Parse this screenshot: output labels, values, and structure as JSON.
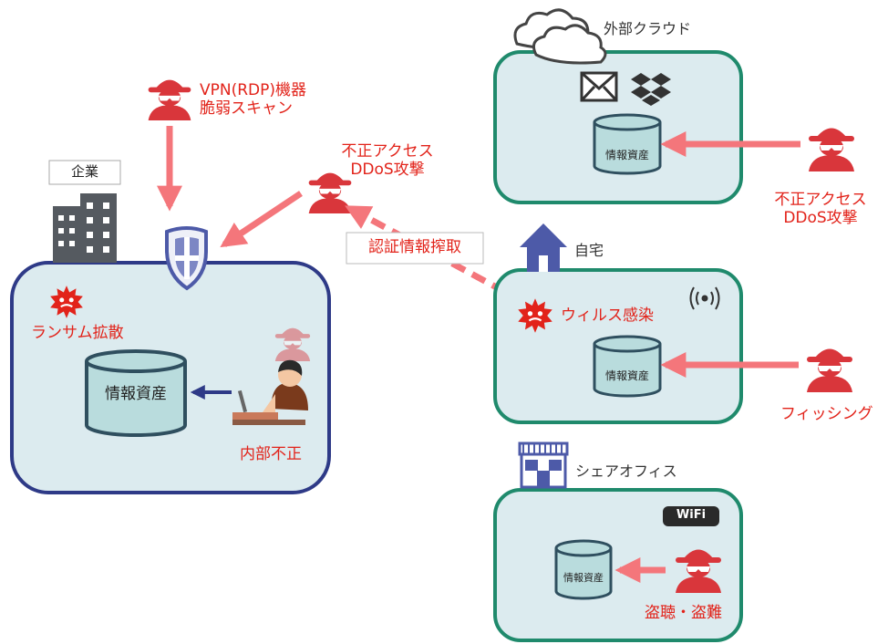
{
  "labels": {
    "vpn_scan": [
      "VPN(RDP)機器",
      "脆弱スキャン"
    ],
    "company": "企業",
    "unauth_top": [
      "不正アクセス",
      "DDoS攻撃"
    ],
    "cred_theft": "認証情報搾取",
    "ransom": "ランサム拡散",
    "asset_company": "情報資産",
    "insider": "内部不正",
    "cloud_title": "外部クラウド",
    "asset_cloud": "情報資産",
    "unauth_right": [
      "不正アクセス",
      "DDoS攻撃"
    ],
    "home_title": "自宅",
    "virus": "ウィルス感染",
    "asset_home": "情報資産",
    "phishing": "フィッシング",
    "share_title": "シェアオフィス",
    "asset_share": "情報資産",
    "wifi": "WiFi",
    "eavesdrop": "盗聴・盗難"
  },
  "colors": {
    "threat_red": "#e2231a",
    "arrow_pink": "#f4767b",
    "zone_fill": "#dcebef",
    "zone_border_company": "#2e3a87",
    "zone_border_other": "#1f8a6c",
    "db_fill": "#b9dcdd",
    "db_stroke": "#2f4f5f"
  },
  "icons": [
    "hacker-icon",
    "virus-icon",
    "shield-icon",
    "building-icon",
    "cloud-icon",
    "mail-icon",
    "dropbox-icon",
    "house-icon",
    "wireless-icon",
    "shop-icon",
    "wifi-icon",
    "database-icon",
    "worker-icon"
  ]
}
